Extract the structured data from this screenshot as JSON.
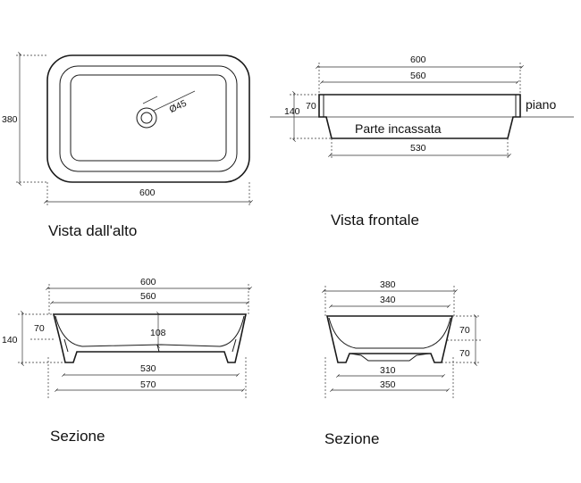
{
  "views": {
    "top": {
      "caption": "Vista dall'alto",
      "dims": {
        "width": "600",
        "height": "380",
        "hole": "Ø45"
      }
    },
    "front": {
      "caption": "Vista frontale",
      "dims": {
        "overall": "600",
        "rim_inner": "560",
        "bottom": "530",
        "height_total": "140",
        "height_rim": "70"
      },
      "labels": {
        "counter": "piano",
        "recessed": "Parte incassata"
      }
    },
    "section_long": {
      "caption": "Sezione",
      "dims": {
        "overall": "600",
        "rim_inner": "560",
        "depth": "108",
        "base_inner": "530",
        "base_outer": "570",
        "height_total": "140",
        "height_rim": "70"
      }
    },
    "section_short": {
      "caption": "Sezione",
      "dims": {
        "overall": "380",
        "rim_inner": "340",
        "base_inner": "310",
        "base_outer": "350",
        "height_upper": "70",
        "height_lower": "70"
      }
    }
  }
}
